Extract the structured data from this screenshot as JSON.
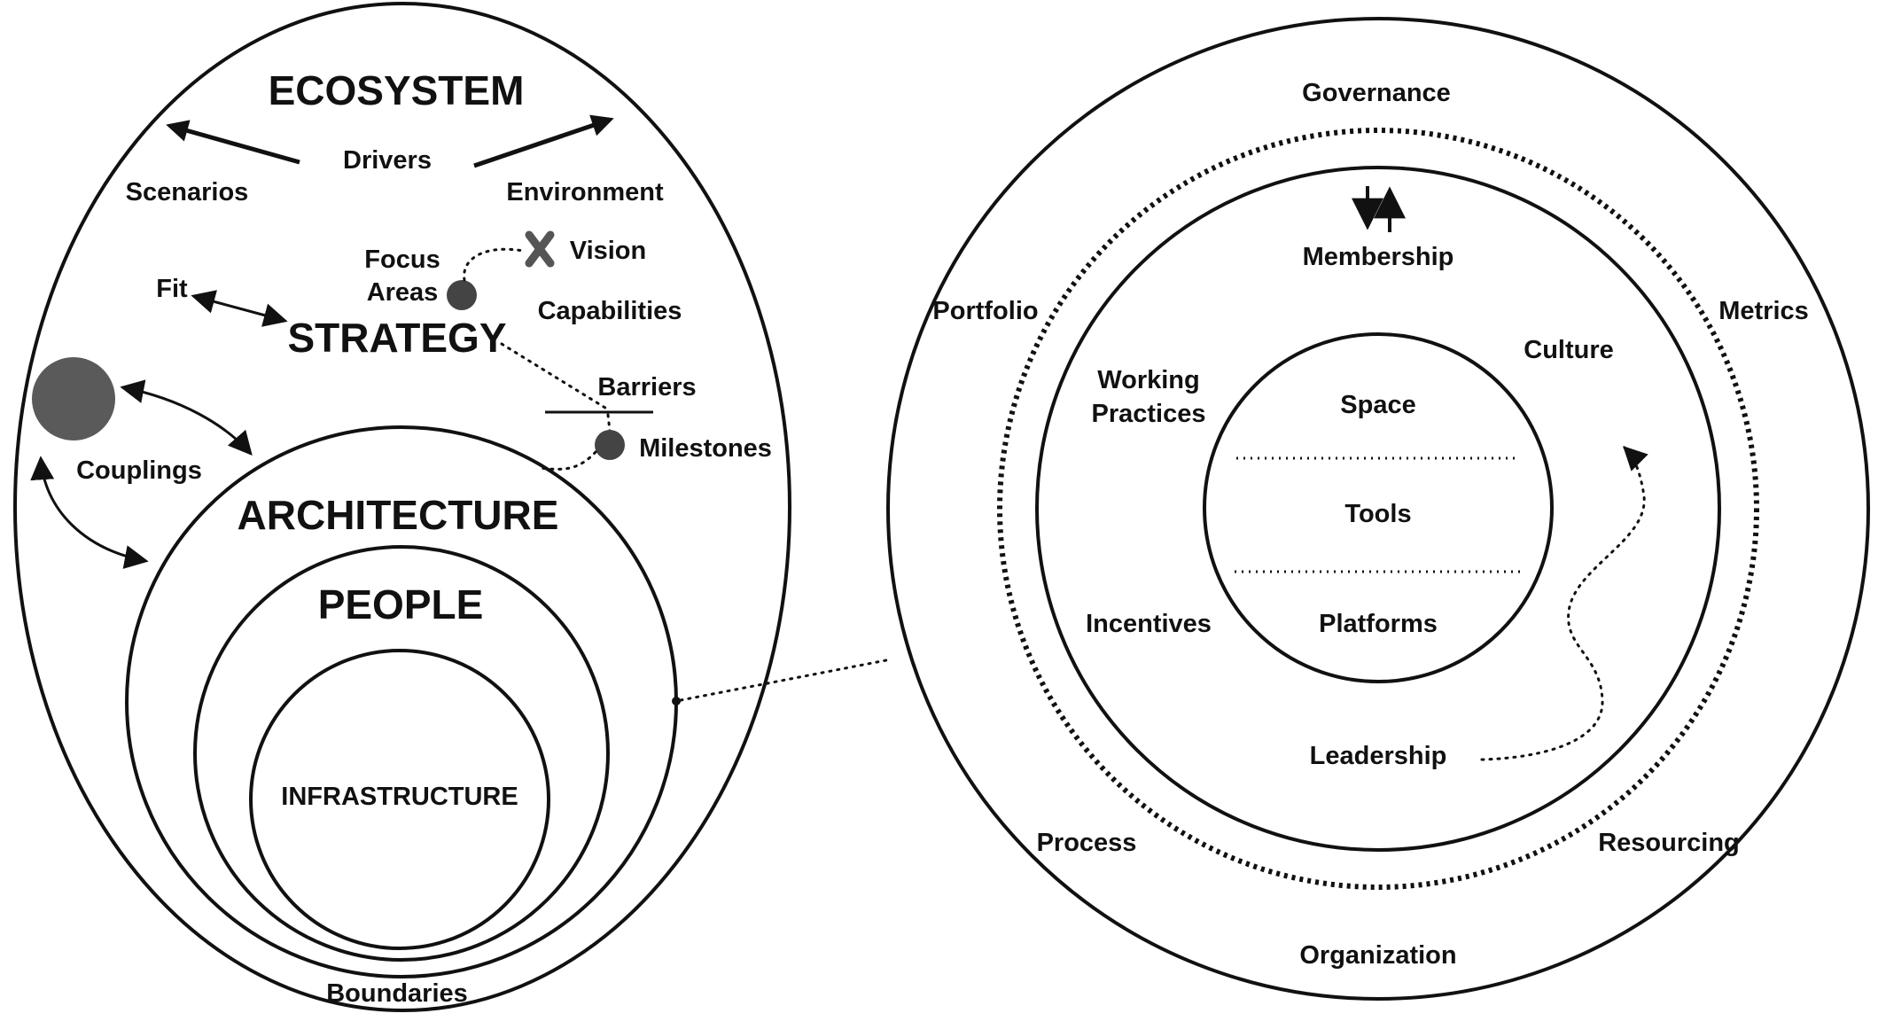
{
  "left": {
    "ecosystem": "ECOSYSTEM",
    "drivers": "Drivers",
    "scenarios": "Scenarios",
    "environment": "Environment",
    "focus_areas_line1": "Focus",
    "focus_areas_line2": "Areas",
    "vision": "Vision",
    "fit": "Fit",
    "capabilities": "Capabilities",
    "strategy": "STRATEGY",
    "barriers": "Barriers",
    "couplings": "Couplings",
    "milestones": "Milestones",
    "architecture": "ARCHITECTURE",
    "people": "PEOPLE",
    "infrastructure": "INFRASTRUCTURE",
    "boundaries": "Boundaries"
  },
  "right": {
    "governance": "Governance",
    "portfolio": "Portfolio",
    "metrics": "Metrics",
    "membership": "Membership",
    "culture": "Culture",
    "working_practices_line1": "Working",
    "working_practices_line2": "Practices",
    "space": "Space",
    "tools": "Tools",
    "incentives": "Incentives",
    "platforms": "Platforms",
    "leadership": "Leadership",
    "process": "Process",
    "resourcing": "Resourcing",
    "organization": "Organization"
  },
  "colors": {
    "line": "#111111",
    "dot_fill": "#444444",
    "big_circle_fill": "#5a5a5a",
    "vision_x": "#555555"
  }
}
